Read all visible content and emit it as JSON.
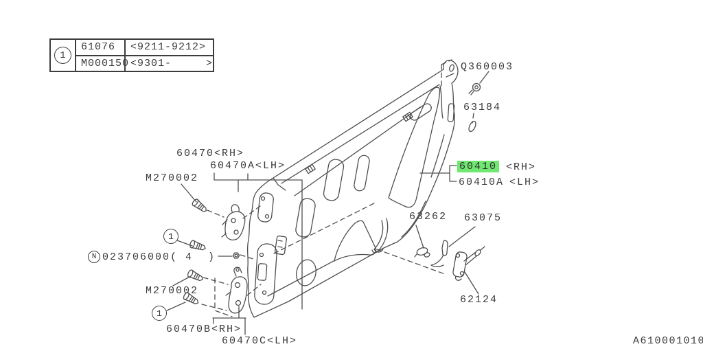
{
  "diagram": {
    "title_code": "A610001010",
    "colors": {
      "highlight": "#70e770",
      "line": "#4d4d4d",
      "text": "#3a3a3a",
      "background": "#ffffff"
    },
    "ref_table": {
      "ref_circle": "1",
      "rows": [
        {
          "part": "61076",
          "range": "<9211-9212>"
        },
        {
          "part": "M000150",
          "range": "<9301-     >"
        }
      ]
    },
    "labels": {
      "ref_circle": "1",
      "nut_ref_circle": "N",
      "upper_hinge_rh": "60470<RH>",
      "upper_hinge_lh": "60470A<LH>",
      "bolt_upper": "M270002",
      "screw": "Q360003",
      "corner_piece": "63184",
      "panel_rh": "60410",
      "panel_rh_side": "<RH>",
      "panel_lh": "60410A",
      "panel_lh_side": "<LH>",
      "plug": "63262",
      "stopper": "63075",
      "nut": "023706000( 4  )",
      "bolt_lower": "M270002",
      "lower_hinge_rh": "60470B<RH>",
      "lower_hinge_lh": "60470C<LH>",
      "checker": "62124"
    }
  }
}
